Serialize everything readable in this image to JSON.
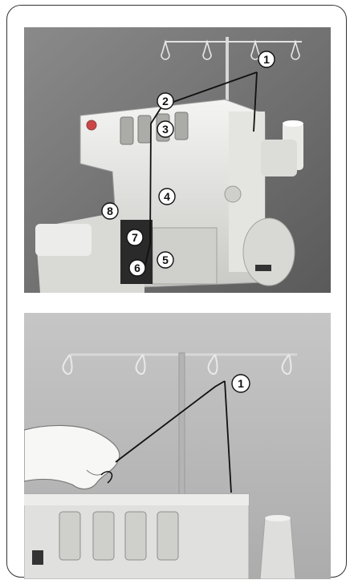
{
  "figure1": {
    "callouts": [
      "1",
      "2",
      "3",
      "4",
      "5",
      "6",
      "7",
      "8"
    ]
  },
  "figure2": {
    "callouts": [
      "1"
    ]
  }
}
